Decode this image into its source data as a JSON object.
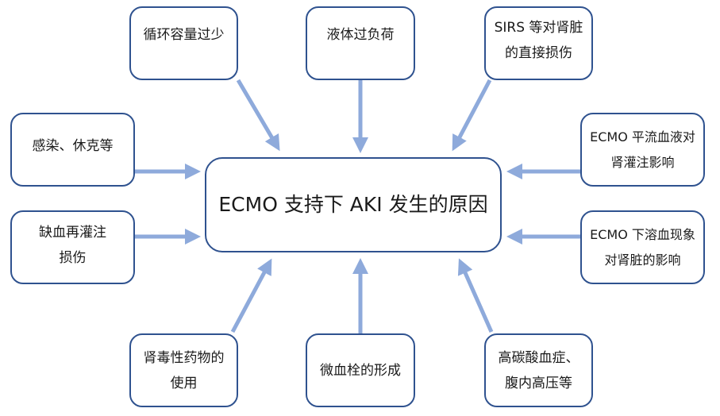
{
  "diagram": {
    "title": "ECMO 支持下 AKI 发生的原因",
    "colors": {
      "box_border": "#2f528f",
      "arrow": "#8eaadb"
    },
    "causes": [
      {
        "id": "top-left",
        "label": "循环容量过少"
      },
      {
        "id": "top-center",
        "label": "液体过负荷"
      },
      {
        "id": "top-right",
        "label": "SIRS 等对肾脏\n的直接损伤"
      },
      {
        "id": "mid-left-upper",
        "label": "感染、休克等"
      },
      {
        "id": "mid-left-lower",
        "label": "缺血再灌注\n损伤"
      },
      {
        "id": "mid-right-upper",
        "label": "ECMO 平流血液对\n肾灌注影响"
      },
      {
        "id": "mid-right-lower",
        "label": "ECMO 下溶血现象\n对肾脏的影响"
      },
      {
        "id": "bottom-left",
        "label": "肾毒性药物的\n使用"
      },
      {
        "id": "bottom-center",
        "label": "微血栓的形成"
      },
      {
        "id": "bottom-right",
        "label": "高碳酸血症、\n腹内高压等"
      }
    ]
  }
}
